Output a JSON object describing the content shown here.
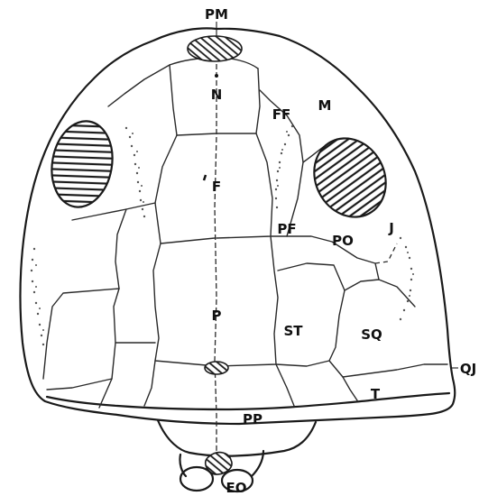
{
  "figure": {
    "labels": {
      "pm": "PM",
      "n": "N",
      "ff": "FF",
      "m": "M",
      "f": "F",
      "pf": "PF",
      "po": "PO",
      "j": "J",
      "p": "P",
      "st": "ST",
      "sq": "SQ",
      "qj": "QJ",
      "t": "T",
      "pp": "PP",
      "eo": "EO"
    }
  },
  "colors": {
    "line": "#1a1a1a",
    "background": "#ffffff",
    "stipple": "#555555"
  }
}
